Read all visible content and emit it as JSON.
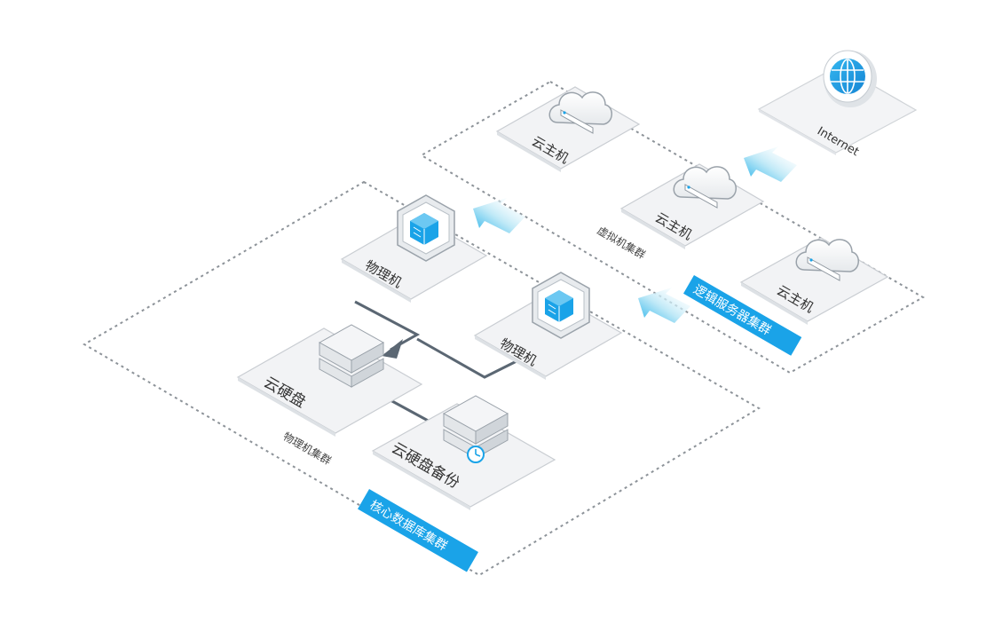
{
  "nodes": {
    "internet": {
      "label": "Internet",
      "icon": "globe-icon"
    },
    "cloud_host_1": {
      "label": "云主机",
      "icon": "cloud-server-icon"
    },
    "cloud_host_2": {
      "label": "云主机",
      "icon": "cloud-server-icon"
    },
    "cloud_host_3": {
      "label": "云主机",
      "icon": "cloud-server-icon"
    },
    "physical_1": {
      "label": "物理机",
      "icon": "hexagon-cube-icon"
    },
    "physical_2": {
      "label": "物理机",
      "icon": "hexagon-cube-icon"
    },
    "cloud_disk": {
      "label": "云硬盘",
      "icon": "disk-stack-icon"
    },
    "cloud_disk_backup": {
      "label": "云硬盘备份",
      "icon": "disk-backup-icon"
    }
  },
  "groups": {
    "virtual_cluster": {
      "caption": "虚拟机集群",
      "tag": "逻辑服务器集群"
    },
    "physical_cluster": {
      "caption": "物理机集群",
      "tag": "核心数据库集群"
    }
  },
  "colors": {
    "accent": "#1aa3e8",
    "arrow_light": "#bfe9f7",
    "line": "#5b6773",
    "tile_top": "#f2f3f5",
    "tile_edge": "#c9cdd2",
    "dash": "#8d9399"
  }
}
